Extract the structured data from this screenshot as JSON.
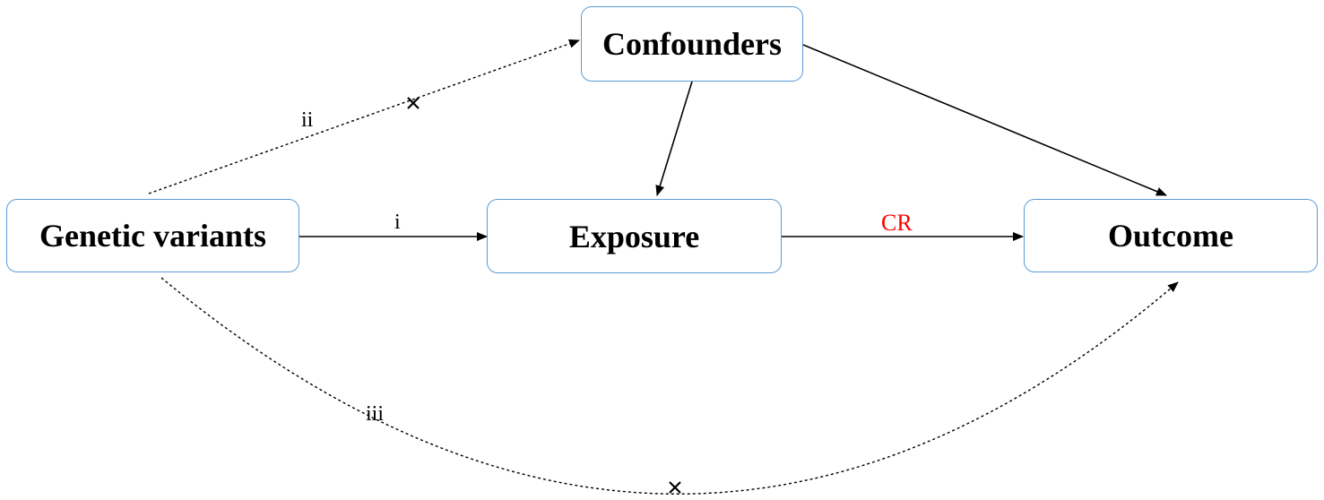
{
  "nodes": {
    "confounders": "Confounders",
    "genetic_variants": "Genetic variants",
    "exposure": "Exposure",
    "outcome": "Outcome"
  },
  "edges": {
    "instrument_to_exposure": {
      "label": "i",
      "style": "solid"
    },
    "instrument_to_confounders": {
      "label": "ii",
      "style": "dashed",
      "blocked": true
    },
    "instrument_to_outcome": {
      "label": "iii",
      "style": "dashed",
      "blocked": true
    },
    "exposure_to_outcome": {
      "label": "CR",
      "style": "solid",
      "label_color": "#ff0000"
    },
    "confounders_to_exposure": {
      "label": "",
      "style": "solid"
    },
    "confounders_to_outcome": {
      "label": "",
      "style": "solid"
    }
  },
  "colors": {
    "box_border": "#5b9bd5",
    "text": "#000000",
    "arrow": "#000000",
    "highlight_label": "#ff0000"
  },
  "icons": {
    "blocked_marker": "x-mark-icon",
    "arrowhead": "arrowhead-icon"
  }
}
